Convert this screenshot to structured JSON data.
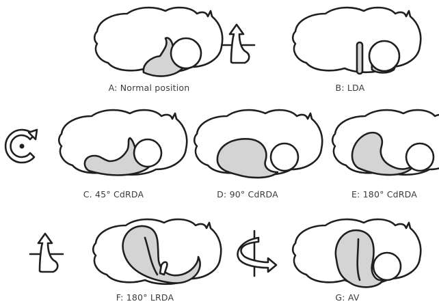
{
  "colors": {
    "outline": "#1f1f1f",
    "abomasum_fill": "#d4d4d4",
    "background": "#ffffff",
    "caption_text": "#3a3a3a"
  },
  "panels": [
    {
      "id": "A",
      "caption": "A: Normal position"
    },
    {
      "id": "B",
      "caption": "B: LDA"
    },
    {
      "id": "C",
      "caption": "C. 45° CdRDA"
    },
    {
      "id": "D",
      "caption": "D: 90° CdRDA"
    },
    {
      "id": "E",
      "caption": "E: 180° CdRDA"
    },
    {
      "id": "F",
      "caption": "F: 180° LRDA"
    },
    {
      "id": "G",
      "caption": "G: AV"
    }
  ],
  "icons": {
    "rotation_vertical_axis": "vertical-axis-rotation-arrow-icon",
    "rotation_clockwise": "clockwise-rotation-arrow-icon",
    "rotation_longitudinal": "longitudinal-axis-rotation-arrow-icon"
  }
}
